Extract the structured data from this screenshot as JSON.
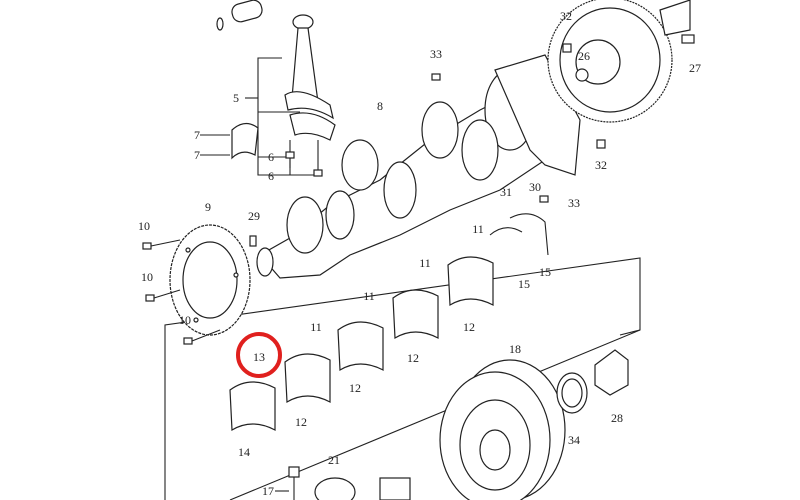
{
  "diagram": {
    "title_hidden": null,
    "highlight_color": "#e0201e",
    "highlighted_part": "13",
    "callouts": [
      "5",
      "7",
      "7",
      "6",
      "6",
      "8",
      "33",
      "32",
      "26",
      "27",
      "32",
      "31",
      "30",
      "33",
      "9",
      "29",
      "10",
      "10",
      "10",
      "11",
      "15",
      "15",
      "11",
      "12",
      "11",
      "12",
      "11",
      "12",
      "12",
      "13",
      "14",
      "18",
      "34",
      "28",
      "21",
      "17"
    ]
  }
}
